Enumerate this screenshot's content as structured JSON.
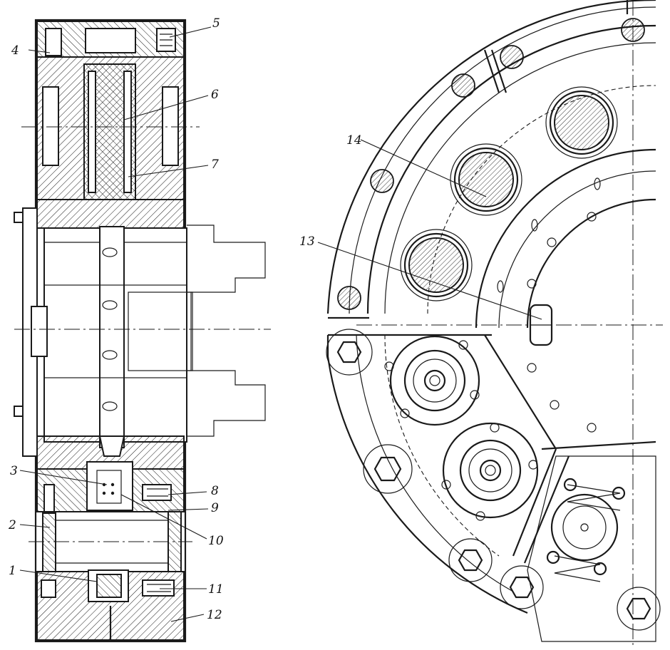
{
  "labels": {
    "l1": "1",
    "l2": "2",
    "l3": "3",
    "l4": "4",
    "l5": "5",
    "l6": "6",
    "l7": "7",
    "l8": "8",
    "l9": "9",
    "l10": "10",
    "l11": "11",
    "l12": "12",
    "l13": "13",
    "l14": "14"
  },
  "colors": {
    "ink": "#1a1a1a",
    "paper": "#ffffff"
  }
}
